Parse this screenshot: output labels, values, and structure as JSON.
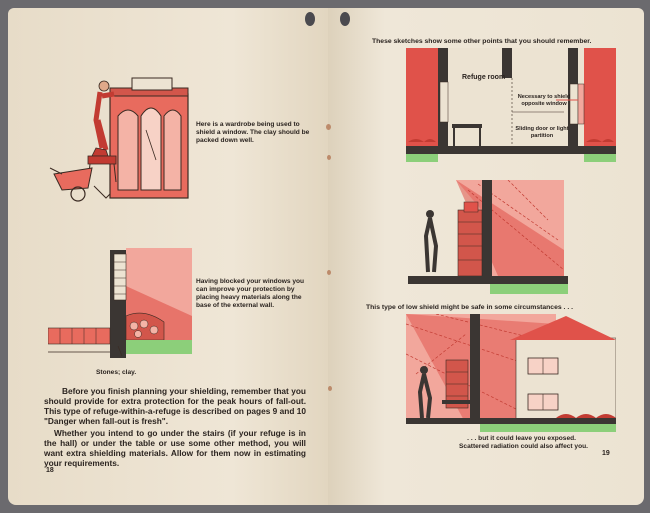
{
  "left_page": {
    "wardrobe_caption": "Here is a wardrobe being used to shield a window. The clay should be packed down well.",
    "window_caption": "Having blocked your windows you can improve your protection by placing heavy materials along the base of the external wall.",
    "stones_label": "Stones; clay.",
    "paragraph_1": "Before you finish planning your shielding, remember that you should provide for extra protection for the peak hours of fall-out. This type of refuge-within-a-refuge is described on pages 9 and 10 \"Danger when fall-out is fresh\".",
    "paragraph_2": "Whether you intend to go under the stairs (if your refuge is in the hall) or under the table or use some other method, you will want extra shielding materials. Allow for them now in estimating your requirements.",
    "page_number": "18"
  },
  "right_page": {
    "header": "These sketches show some other points that you should remember.",
    "refuge_room_label": "Refuge room",
    "shield_window_label": "Necessary to shield opposite window",
    "sliding_door_label": "Sliding door or light partition",
    "low_shield_caption": "This type of low shield might be safe in some circumstances . . .",
    "exposed_caption": ". . . but it could leave you exposed.",
    "scattered_caption": "Scattered radiation could also affect you.",
    "page_number": "19"
  },
  "colors": {
    "paper": "#ece3d2",
    "red": "#e0524a",
    "pink": "#f2a79c",
    "green": "#8ccf7a",
    "ink": "#2b2420"
  }
}
